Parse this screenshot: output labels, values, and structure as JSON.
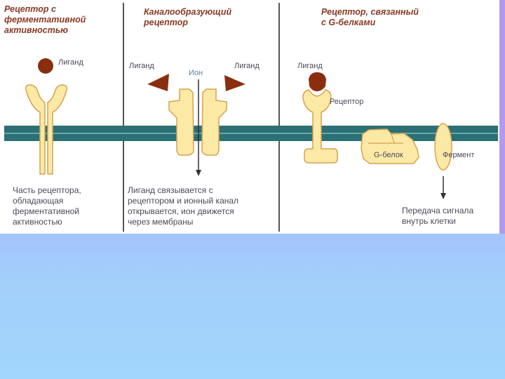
{
  "panels": [
    {
      "title_line1": "Рецептор с",
      "title_line2": "ферментативной",
      "title_line3": "активностью",
      "ligand_label": "Лиганд",
      "caption_line1": "Часть рецептора,",
      "caption_line2": "обладающая",
      "caption_line3": "ферментативной",
      "caption_line4": "активностью"
    },
    {
      "title_line1": "Каналообразующий",
      "title_line2": "рецептор",
      "ligand_left_label": "Лиганд",
      "ion_label": "Ион",
      "ligand_right_label": "Лиганд",
      "caption_line1": "Лиганд связывается с",
      "caption_line2": "рецептором и ионный канал",
      "caption_line3": "открывается, ион движется",
      "caption_line4": "через мембраны"
    },
    {
      "title_line1": "Рецептор, связанный",
      "title_line2": "с G-белками",
      "ligand_label": "Лиганд",
      "receptor_label": "Рецептор",
      "g_protein_label": "G-белок",
      "enzyme_label": "Фермент",
      "caption_line1": "Передача сигнала",
      "caption_line2": "внутрь клетки"
    }
  ],
  "colors": {
    "title": "#8a3a24",
    "label": "#4a4a5a",
    "ion": "#5c7fa6",
    "membrane": "#2b7075",
    "receptor_fill": "#fce9a6",
    "receptor_stroke": "#d8a24e",
    "ligand": "#8a2e10",
    "divider": "#555555",
    "background_top": "#d39ef8",
    "background_bottom": "#a2d6fb"
  }
}
